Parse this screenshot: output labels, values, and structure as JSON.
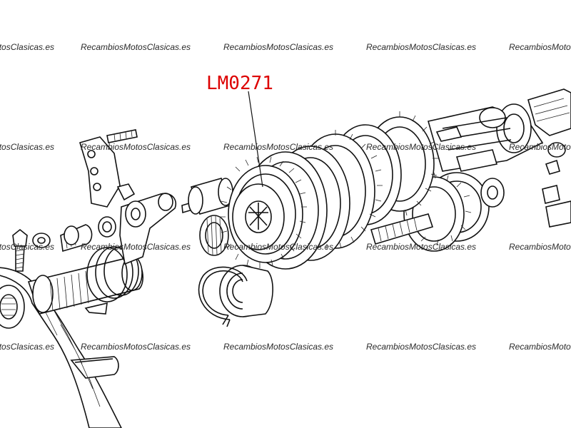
{
  "part_callout": {
    "label": "LM0271",
    "color": "#dd0000"
  },
  "watermark": {
    "text": "RecambiosMotosClasicas.es"
  },
  "icons": {
    "drawing": "gearbox-exploded-view-drawing"
  }
}
